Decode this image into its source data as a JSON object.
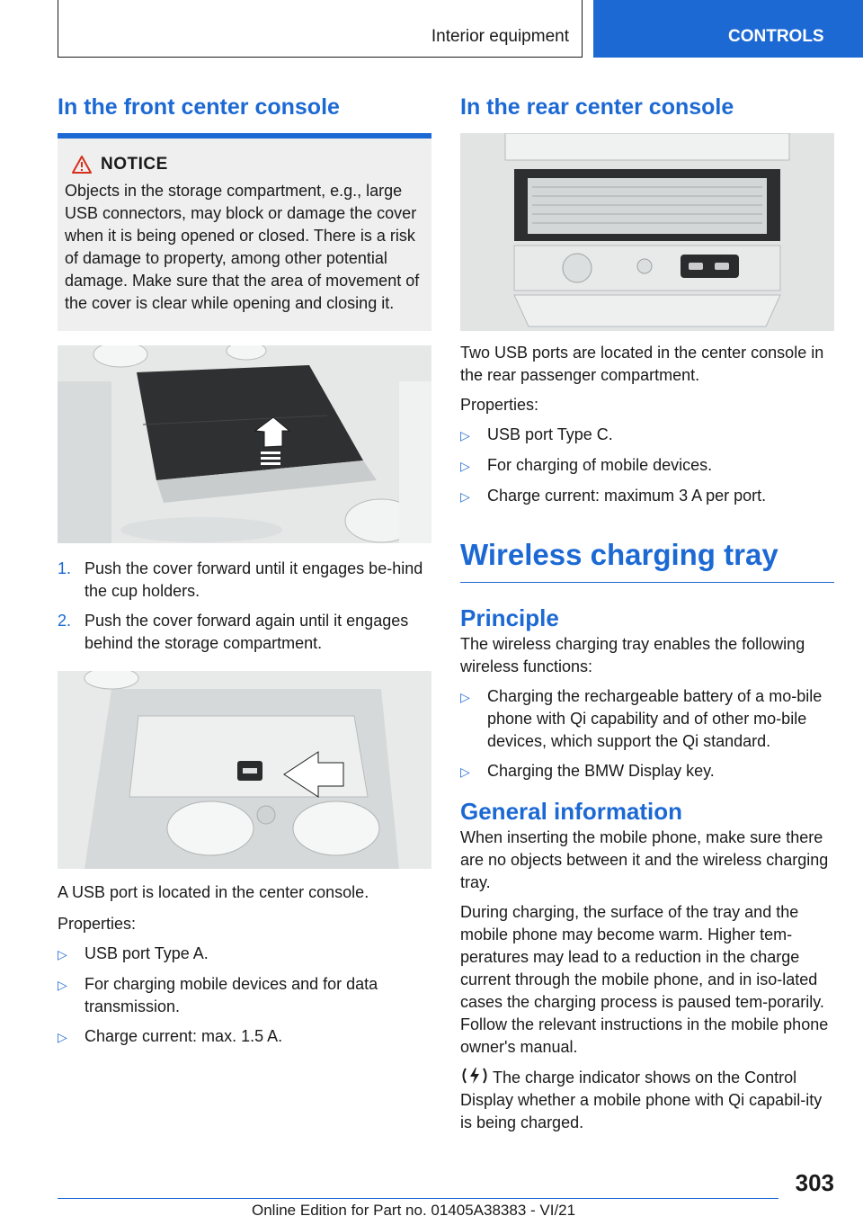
{
  "header": {
    "section": "Interior equipment",
    "chapter": "CONTROLS"
  },
  "left": {
    "heading": "In the front center console",
    "notice": {
      "title": "NOTICE",
      "text": "Objects in the storage compartment, e.g., large USB connectors, may block or damage the cover when it is being opened or closed. There is a risk of damage to property, among other potential damage. Make sure that the area of movement of the cover is clear while opening and closing it."
    },
    "steps": [
      {
        "num": "1.",
        "text": "Push the cover forward until it engages be-hind the cup holders."
      },
      {
        "num": "2.",
        "text": "Push the cover forward again until it engages behind the storage compartment."
      }
    ],
    "usb_text": "A USB port is located in the center console.",
    "properties_label": "Properties:",
    "properties": [
      "USB port Type A.",
      "For charging mobile devices and for data transmission.",
      "Charge current: max. 1.5 A."
    ]
  },
  "right": {
    "heading": "In the rear center console",
    "usb_text": "Two USB ports are located in the center console in the rear passenger compartment.",
    "properties_label": "Properties:",
    "properties": [
      "USB port Type C.",
      "For charging of mobile devices.",
      "Charge current: maximum 3 A per port."
    ],
    "wireless_heading": "Wireless charging tray",
    "principle_heading": "Principle",
    "principle_text": "The wireless charging tray enables the following wireless functions:",
    "functions": [
      "Charging the rechargeable battery of a mo-bile phone with Qi capability and of other mo-bile devices, which support the Qi standard.",
      "Charging the BMW Display key."
    ],
    "general_heading": "General information",
    "general_p1": "When inserting the mobile phone, make sure there are no objects between it and the wireless charging tray.",
    "general_p2": "During charging, the surface of the tray and the mobile phone may become warm. Higher tem-peratures may lead to a reduction in the charge current through the mobile phone, and in iso-lated cases the charging process is paused tem-porarily. Follow the relevant instructions in the mobile phone owner's manual.",
    "general_p3": "The charge indicator shows on the Control Display whether a mobile phone with Qi capabil-ity is being charged."
  },
  "footer": {
    "page_number": "303",
    "edition": "Online Edition for Part no. 01405A38383 - VI/21"
  },
  "colors": {
    "accent": "#1c69d4",
    "notice_bg": "#efefef",
    "warning": "#d6301d"
  }
}
